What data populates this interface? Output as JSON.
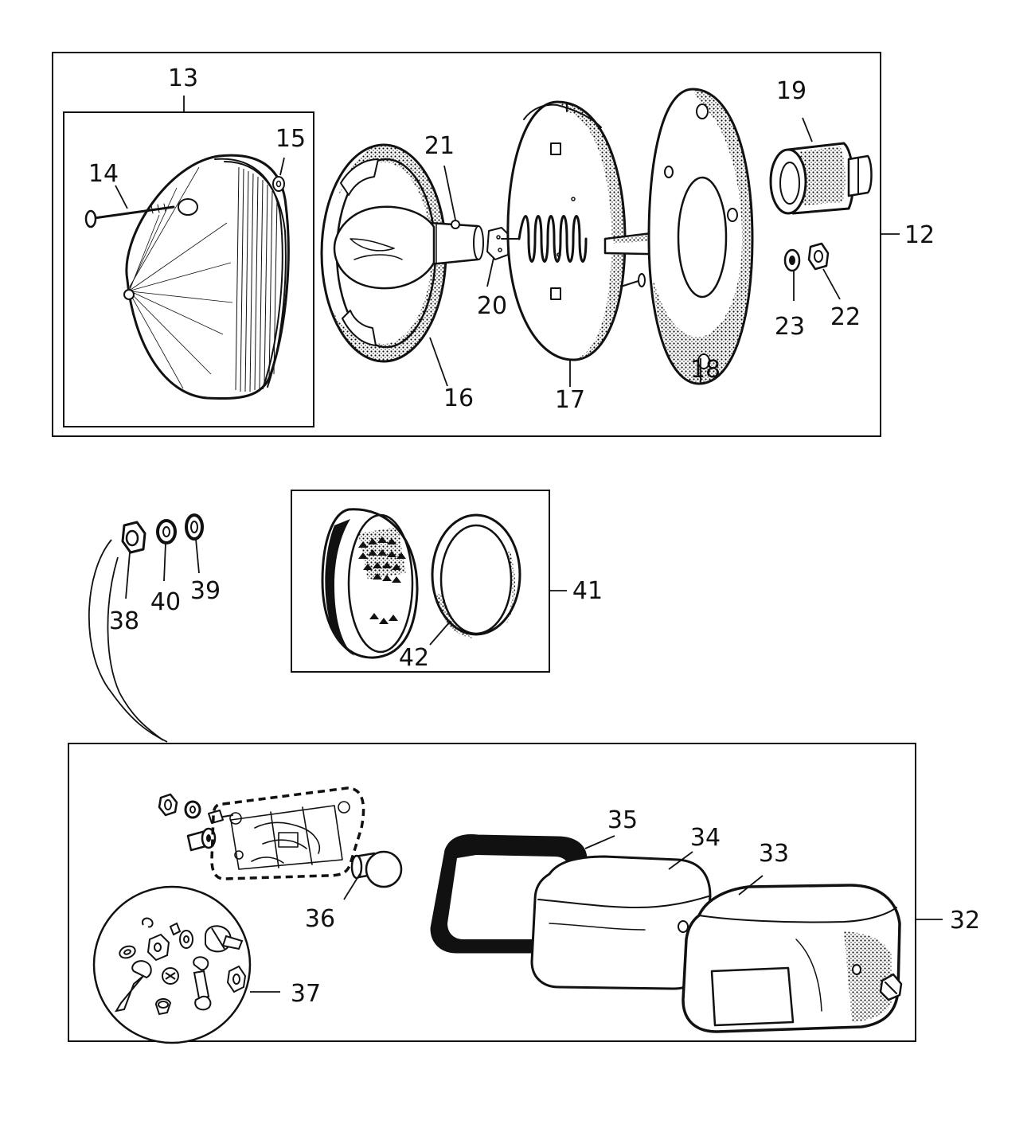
{
  "labels": {
    "l12": "12",
    "l13": "13",
    "l14": "14",
    "l15": "15",
    "l16": "16",
    "l17": "17",
    "l18": "18",
    "l19": "19",
    "l20": "20",
    "l21": "21",
    "l22": "22",
    "l23": "23",
    "l32": "32",
    "l33": "33",
    "l34": "34",
    "l35": "35",
    "l36": "36",
    "l37": "37",
    "l38": "38",
    "l39": "39",
    "l40": "40",
    "l41": "41",
    "l42": "42"
  }
}
